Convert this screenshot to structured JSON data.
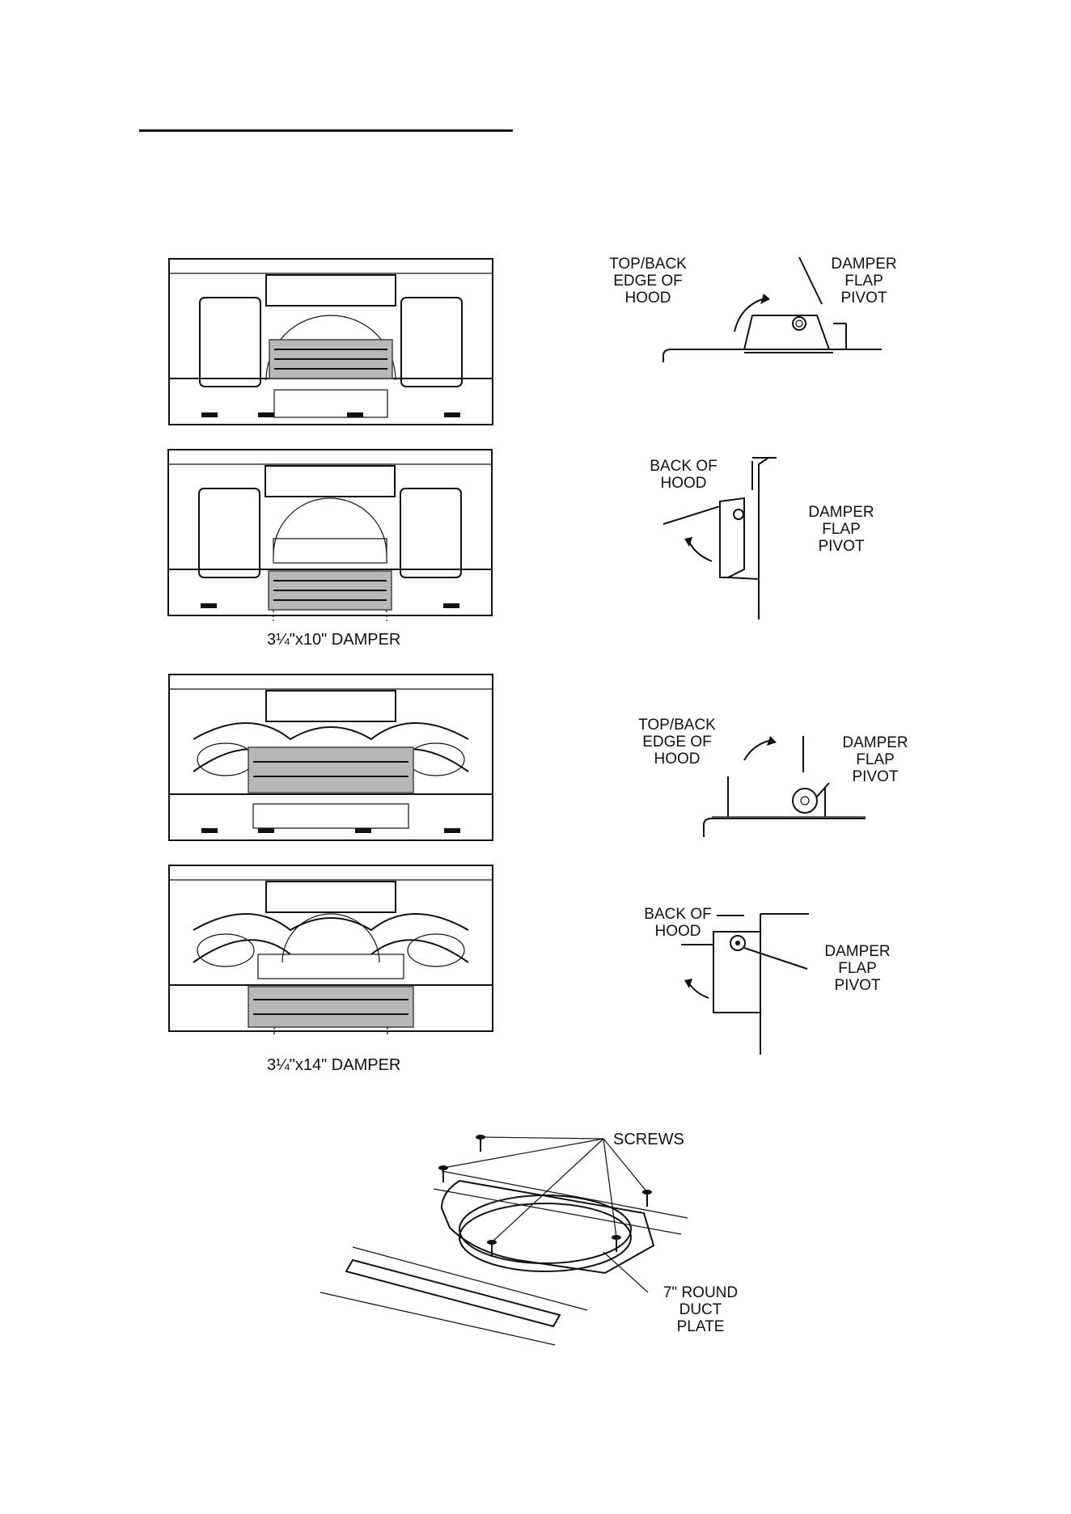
{
  "page": {
    "figures": [
      {
        "id": "fig-hood-1",
        "damper_caption": ""
      },
      {
        "id": "fig-hood-2",
        "damper_caption": "3¼\"x10\" DAMPER"
      },
      {
        "id": "fig-hood-3",
        "damper_caption": ""
      },
      {
        "id": "fig-hood-4",
        "damper_caption": "3¼\"x14\" DAMPER"
      }
    ],
    "detail_labels": {
      "top_back_edge": "TOP/BACK\nEDGE OF\nHOOD",
      "back_of_hood": "BACK OF\nHOOD",
      "damper_flap_pivot": "DAMPER\nFLAP\nPIVOT"
    },
    "duct_plate": {
      "screws_label": "SCREWS",
      "plate_label": "7\" ROUND\nDUCT\nPLATE"
    }
  }
}
